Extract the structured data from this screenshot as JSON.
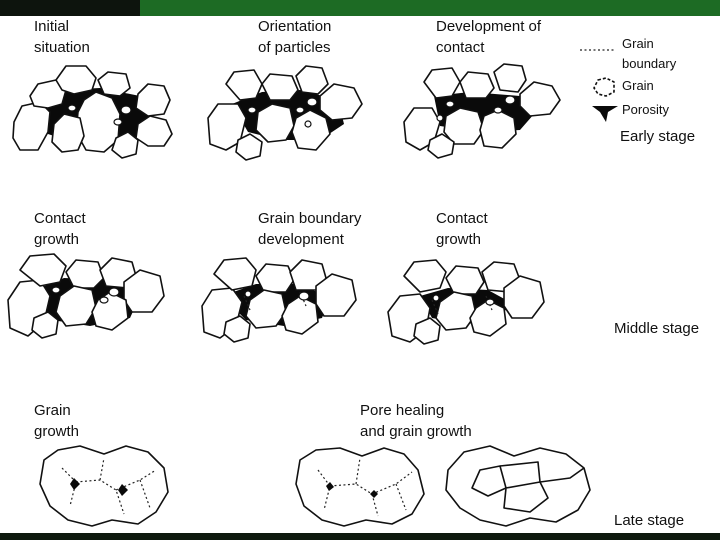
{
  "labels": {
    "initial": "Initial\nsituation",
    "orientation": "Orientation\nof particles",
    "development": "Development of\ncontact",
    "contact1": "Contact\ngrowth",
    "gb_dev": "Grain boundary\ndevelopment",
    "contact2": "Contact\ngrowth",
    "grain_growth": "Grain\ngrowth",
    "pore_healing": "Pore healing\nand grain growth"
  },
  "legend": {
    "boundary": "Grain\nboundary",
    "grain": "Grain",
    "porosity": "Porosity"
  },
  "stages": {
    "early": "Early stage",
    "middle": "Middle stage",
    "late": "Late stage"
  },
  "colors": {
    "header_dark": "#0d140d",
    "header_green": "#1d6b24",
    "footer": "#0e1a0e",
    "ink": "#111111"
  }
}
